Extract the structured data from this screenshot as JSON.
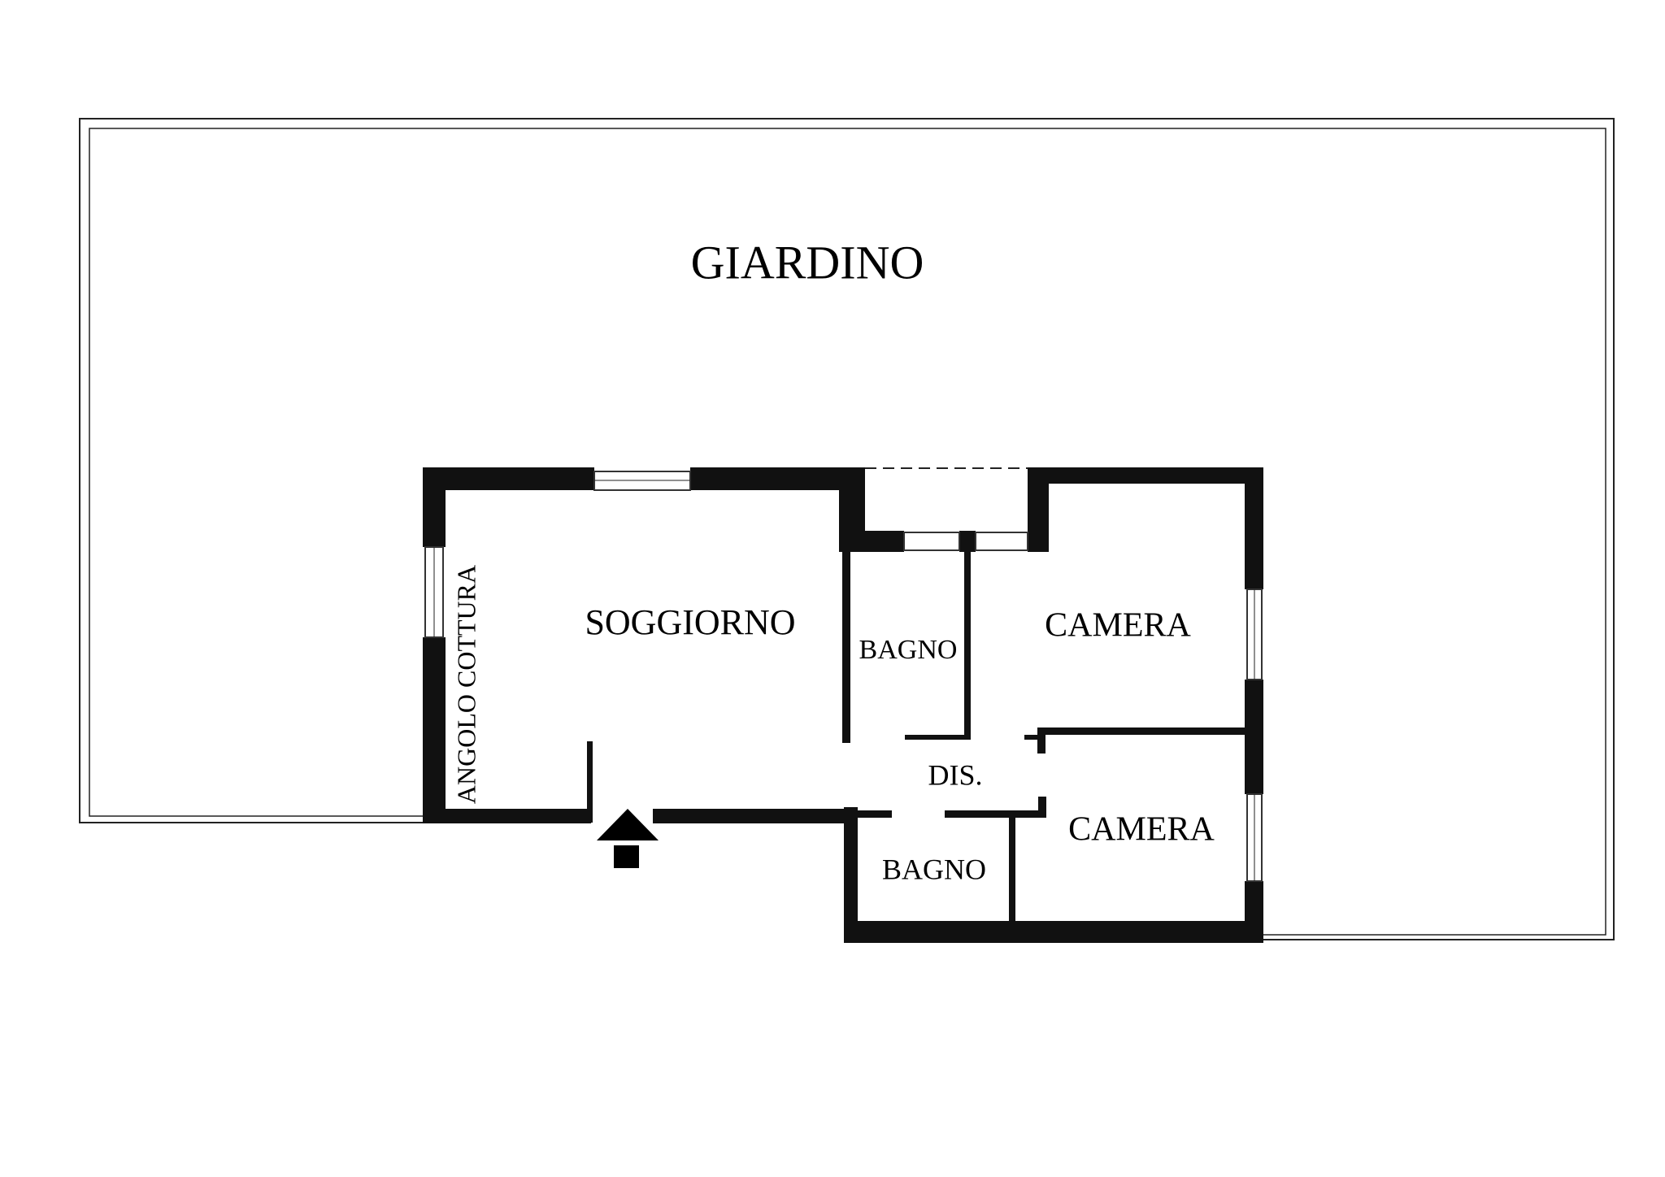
{
  "plan": {
    "garden_label": "GIARDINO",
    "rooms": {
      "living": "SOGGIORNO",
      "kitchenette": "ANGOLO COTTURA",
      "bath_upper": "BAGNO",
      "bedroom_upper": "CAMERA",
      "hall": "DIS.",
      "bedroom_lower": "CAMERA",
      "bath_lower": "BAGNO"
    },
    "colors": {
      "wall": "#111111",
      "background": "#ffffff"
    }
  }
}
